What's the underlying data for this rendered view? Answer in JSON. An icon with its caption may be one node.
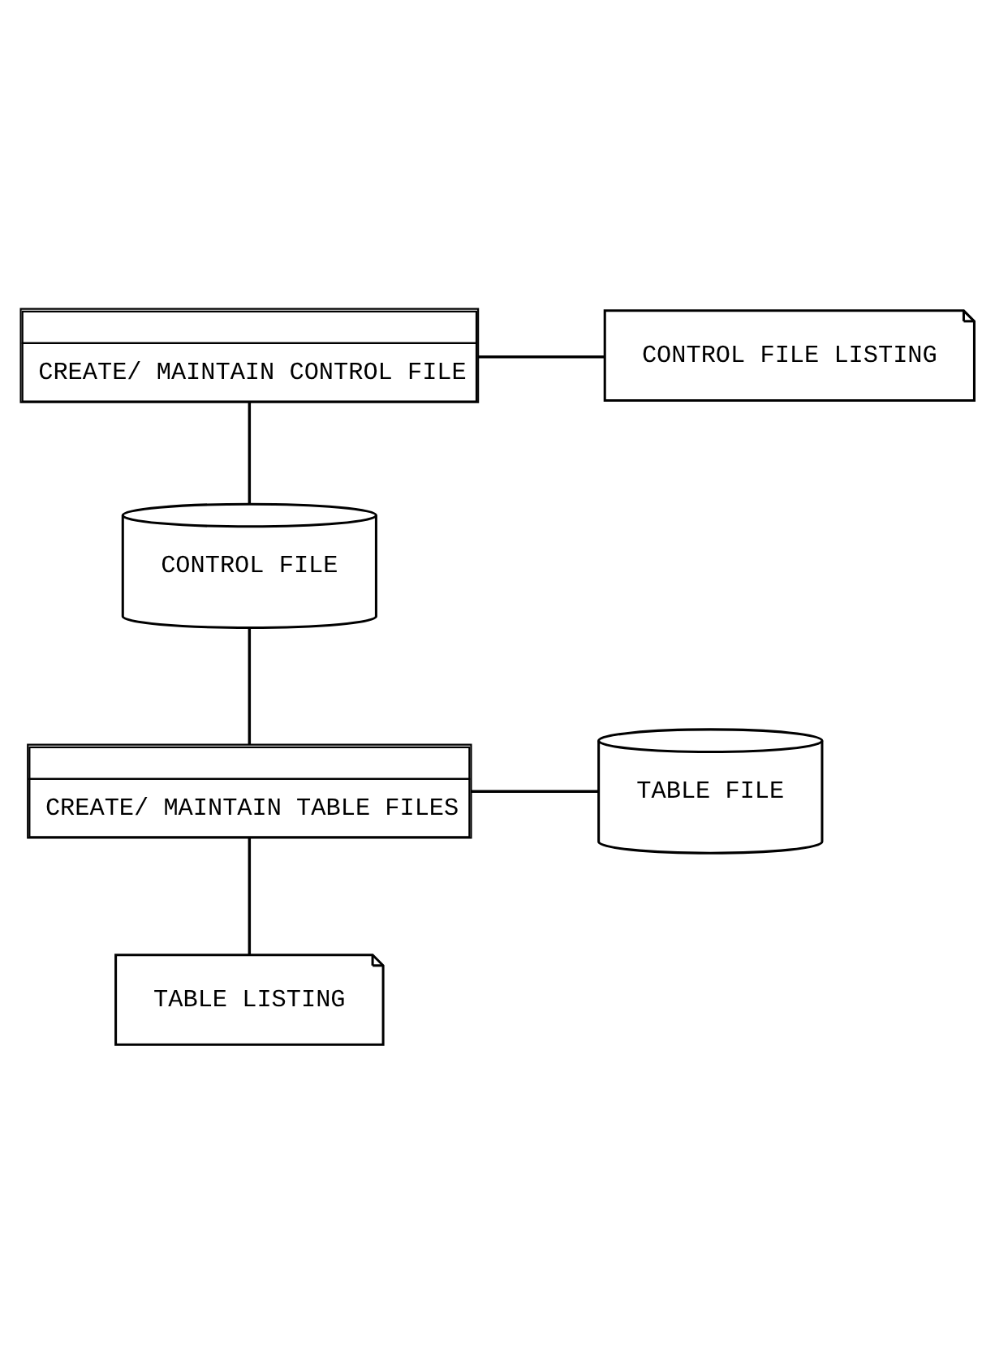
{
  "diagram": {
    "nodes": [
      {
        "text": [
          "CREATE/ MAINTAIN CONTROL FILE"
        ]
      },
      {
        "text": [
          "CONTROL FILE LISTING"
        ]
      },
      {
        "text": [
          "CONTROL FILE"
        ]
      },
      {
        "text": [
          "CREATE/ MAINTAIN TABLE FILES"
        ]
      },
      {
        "text": [
          "TABLE FILE"
        ]
      },
      {
        "text": [
          "TABLE LISTING"
        ]
      }
    ],
    "edges": [
      {
        "from": 0,
        "to": 1,
        "arrow": "none"
      },
      {
        "from": 0,
        "to": 2,
        "arrow": "none"
      },
      {
        "from": 2,
        "to": 3,
        "arrow": "none"
      },
      {
        "from": 3,
        "to": 4,
        "arrow": "none"
      },
      {
        "from": 3,
        "to": 5,
        "arrow": "none"
      }
    ]
  }
}
